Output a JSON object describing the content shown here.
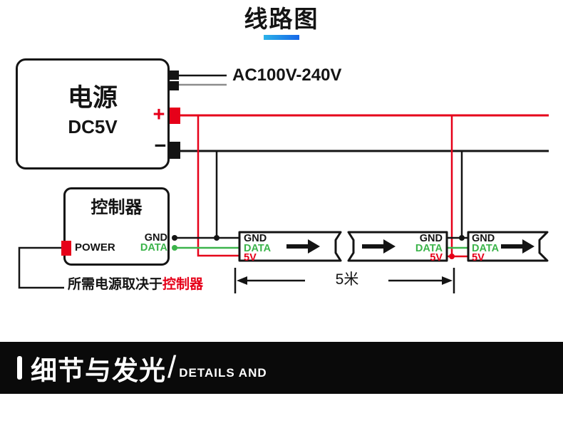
{
  "title": {
    "text": "线路图"
  },
  "colors": {
    "accent_red": "#e60019",
    "data_green": "#3cb44b",
    "wire_black": "#141414",
    "wire_gray": "#8c8c8c",
    "underline_from": "#2cb2e8",
    "underline_to": "#1667e8"
  },
  "power_supply": {
    "name": "电源",
    "voltage": "DC5V",
    "ac_input_label": "AC100V-240V",
    "plus_label": "+",
    "minus_label": "−"
  },
  "controller": {
    "name": "控制器",
    "power_label": "POWER",
    "gnd_label": "GND",
    "data_label": "DATA"
  },
  "strips": [
    {
      "gnd": "GND",
      "data": "DATA",
      "v5": "5V"
    },
    {
      "gnd": "GND",
      "data": "DATA",
      "v5": "5V"
    },
    {
      "gnd": "GND",
      "data": "DATA",
      "v5": "5V"
    }
  ],
  "dimension": {
    "label": "5米"
  },
  "note": {
    "prefix": "所需电源取决于",
    "highlight": "控制器"
  },
  "footer": {
    "heading_cn": "细节与发光",
    "separator": "/",
    "heading_en": "DETAILS AND"
  }
}
